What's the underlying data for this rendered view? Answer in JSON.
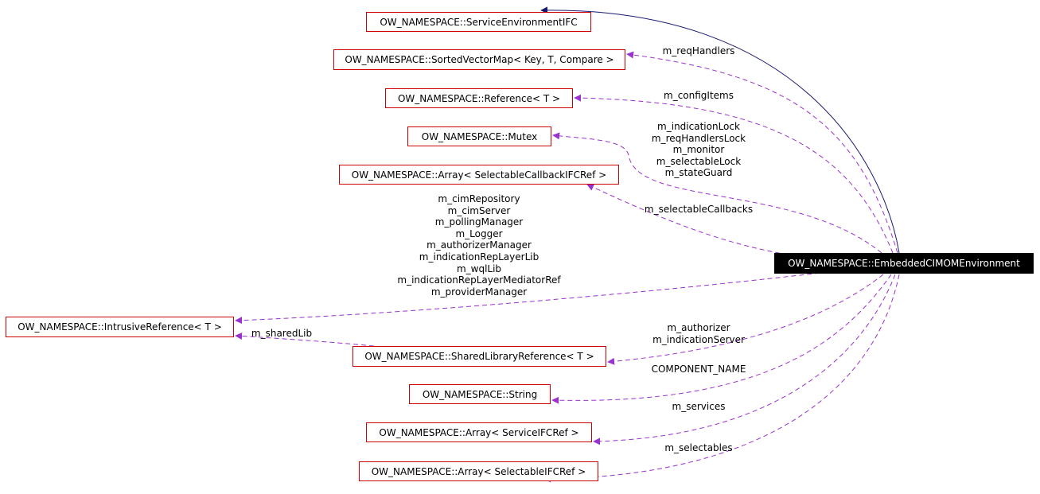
{
  "colors": {
    "usage_edge": "#9a32cd",
    "inherit_edge": "#191970",
    "node_border": "#cc0000",
    "main_fill": "#000000"
  },
  "nodes": {
    "service_env": "OW_NAMESPACE::ServiceEnvironmentIFC",
    "sorted_vector_map": "OW_NAMESPACE::SortedVectorMap< Key, T, Compare >",
    "reference": "OW_NAMESPACE::Reference< T >",
    "mutex": "OW_NAMESPACE::Mutex",
    "array_selectable_callback": "OW_NAMESPACE::Array< SelectableCallbackIFCRef >",
    "intrusive_reference": "OW_NAMESPACE::IntrusiveReference< T >",
    "embedded_cimom": "OW_NAMESPACE::EmbeddedCIMOMEnvironment",
    "shared_library_reference": "OW_NAMESPACE::SharedLibraryReference< T >",
    "string": "OW_NAMESPACE::String",
    "array_service": "OW_NAMESPACE::Array< ServiceIFCRef >",
    "array_selectable": "OW_NAMESPACE::Array< SelectableIFCRef >"
  },
  "edge_labels": {
    "req_handlers": [
      "m_reqHandlers"
    ],
    "config_items": [
      "m_configItems"
    ],
    "mutex_members": [
      "m_indicationLock",
      "m_reqHandlersLock",
      "m_monitor",
      "m_selectableLock",
      "m_stateGuard"
    ],
    "selectable_callbacks": [
      "m_selectableCallbacks"
    ],
    "intrusive_members": [
      "m_cimRepository",
      "m_cimServer",
      "m_pollingManager",
      "m_Logger",
      "m_authorizerManager",
      "m_indicationRepLayerLib",
      "m_wqlLib",
      "m_indicationRepLayerMediatorRef",
      "m_providerManager"
    ],
    "shared_lib": [
      "m_sharedLib"
    ],
    "shared_lib_members": [
      "m_authorizer",
      "m_indicationServer"
    ],
    "component_name": [
      "COMPONENT_NAME"
    ],
    "services": [
      "m_services"
    ],
    "selectables": [
      "m_selectables"
    ]
  }
}
